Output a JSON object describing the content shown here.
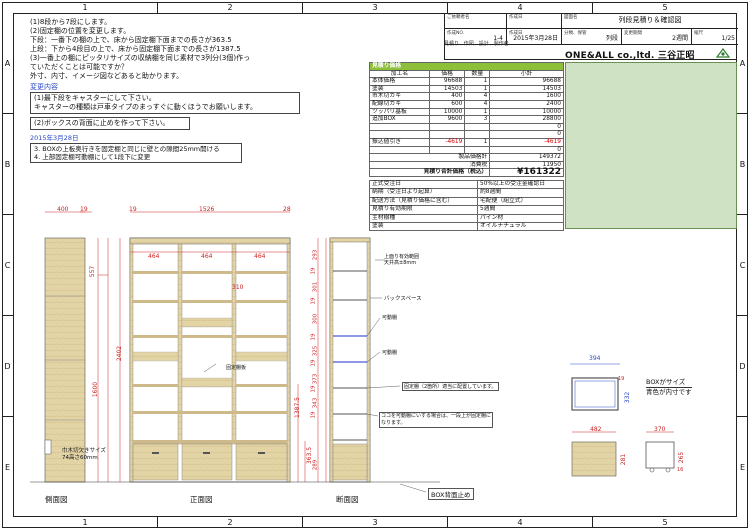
{
  "zones": {
    "columns": [
      "1",
      "2",
      "3",
      "4",
      "5"
    ],
    "rows": [
      "A",
      "B",
      "C",
      "D",
      "E"
    ]
  },
  "title_block": {
    "customer_label": "ご依頼者名",
    "customer": "",
    "creator_label": "作成日",
    "creator": "",
    "drawing_name_label": "図面名",
    "drawing_name": "列段見積り＆確認図",
    "no_label": "作成NO.",
    "no": "1-4",
    "date_label": "作成日",
    "date": "2015年3月28日",
    "category_label": "分類、保管",
    "category": "列段",
    "change_label": "変更期間",
    "change": "2週間",
    "scale_label": "縮尺",
    "scale": "1/25",
    "sub_header": "見積り、作図、設計、製作者",
    "company": "ONE&ALL co.,ltd. 三谷正昭"
  },
  "notes": {
    "lines": [
      "(1)8段から7段にします。",
      "(2)固定棚の位置を変更します。",
      "下段：一番下の棚の上で、床から固定棚下面までの長さが363.5",
      "上段：下から4段目の上で、床から固定棚下面までの長さが1387.5",
      "(3)一番上の棚にピッタリサイズの収納棚を同じ素材で3列分(3個)作っ",
      "ていただくことは可能ですか？",
      "外寸、内寸、イメージ図などあると助かります。"
    ],
    "change_heading": "変更内容",
    "box1": [
      "(1)最下段をキャスターにして下さい。",
      "キャスターの種類は戸車タイプのまっすぐに動くほうでお願いします。"
    ],
    "box2": "(2)ボックスの背面に止めを作って下さい。",
    "date": "2015年3月28日",
    "box3": [
      "3. BOXの上板奥行きを固定棚と同じに壁との隙間25mm開ける",
      "4. 上部固定棚可動棚にして1段下に変更"
    ]
  },
  "estimate": {
    "title": "見積り価格",
    "headers": [
      "加工名",
      "価格",
      "数量",
      "小計"
    ],
    "rows": [
      {
        "name": "本体価格",
        "price": "96688",
        "qty": "1",
        "subtotal": "96688",
        "neg": false
      },
      {
        "name": "塗装",
        "price": "14503",
        "qty": "1",
        "subtotal": "14503",
        "neg": false
      },
      {
        "name": "市木切カキ",
        "price": "400",
        "qty": "4",
        "subtotal": "1600",
        "neg": false
      },
      {
        "name": "配線切カキ",
        "price": "600",
        "qty": "4",
        "subtotal": "2400",
        "neg": false
      },
      {
        "name": "ツッパリ基板",
        "price": "10000",
        "qty": "1",
        "subtotal": "10000",
        "neg": false
      },
      {
        "name": "追加BOX",
        "price": "9600",
        "qty": "3",
        "subtotal": "28800",
        "neg": false
      },
      {
        "name": "",
        "price": "",
        "qty": "",
        "subtotal": "0",
        "neg": false
      },
      {
        "name": "",
        "price": "",
        "qty": "",
        "subtotal": "0",
        "neg": false
      },
      {
        "name": "振込値引き",
        "price": "-4619",
        "qty": "1",
        "subtotal": "-4619",
        "neg": true
      },
      {
        "name": "",
        "price": "",
        "qty": "",
        "subtotal": "0",
        "neg": false
      }
    ],
    "product_price_label": "製品価格計",
    "product_price": "149372",
    "tax_label": "消費税",
    "tax": "11950",
    "total_label": "見積り合計価格（税込）",
    "total": "¥161322"
  },
  "conditions": [
    {
      "k": "正式受注日",
      "v": "50%以上の受注金確認日"
    },
    {
      "k": "納期（受注日より起算）",
      "v": "約8週間"
    },
    {
      "k": "配送方法（見積り価格に含む）",
      "v": "宅配便（組立式）"
    },
    {
      "k": "見積り有効期限",
      "v": "5週間"
    },
    {
      "k": "主材樹種",
      "v": "パイン材"
    },
    {
      "k": "塗装",
      "v": "オイルナチュラル"
    }
  ],
  "drawing": {
    "side_view": "側面図",
    "front_view": "正面図",
    "section_view": "断面図",
    "dim_400": "400",
    "dim_19a": "19",
    "dim_19b": "19",
    "dim_1526": "1526",
    "dim_28": "28",
    "dim_464a": "464",
    "dim_464b": "464",
    "dim_464c": "464",
    "dim_2402": "2402",
    "dim_1600": "1600",
    "dim_557": "557",
    "dim_13875": "1387.5",
    "section_dims": [
      "293",
      "19",
      "301",
      "19",
      "300",
      "19",
      "325",
      "19",
      "373",
      "19",
      "343",
      "19",
      "289"
    ],
    "dim_310": "310",
    "dim_3635": "363.5",
    "fixed_shelf_label": "固定棚板",
    "top_note_1": "上面り有効範囲",
    "top_note_2": "天井高±8mm",
    "back_space": "バックスペース",
    "movable_1": "可動棚",
    "movable_2": "可動棚",
    "fixed_note": "固定棚（2箇所）適当に配置しています。",
    "slot_note_1": "ココを可動棚にいする場合は、一段上が固定棚に",
    "slot_note_2": "なります。",
    "baseboard_1": "巾木切欠きサイズ",
    "baseboard_2": "74高さ60mm",
    "box_back_stop": "BOX背面止め",
    "box_dim_394": "394",
    "box_dim_332": "332",
    "box_dim_19": "19",
    "box_dim_482": "482",
    "box_dim_370": "370",
    "box_dim_281": "281",
    "box_dim_265": "265",
    "box_dim_16": "16",
    "box_note_1": "BOXがサイズ",
    "box_note_2": "青色が内寸です"
  },
  "colors": {
    "wood": "#e3d4a6",
    "wood_dark": "#c8b276",
    "dim_red": "#cc2222",
    "accent_blue": "#2a49c7",
    "header_green": "#8dbf3a"
  }
}
